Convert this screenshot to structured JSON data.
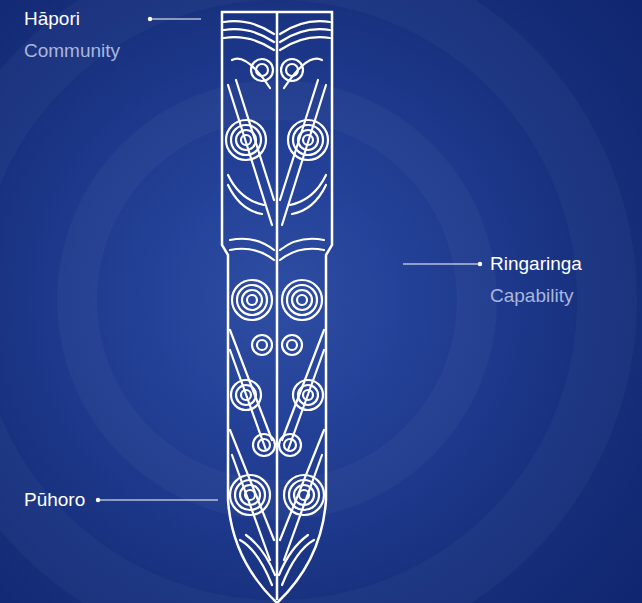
{
  "diagram": {
    "labels": [
      "Hāpori",
      "Community",
      "Ringaringa",
      "Capability",
      "Pūhoro"
    ]
  }
}
